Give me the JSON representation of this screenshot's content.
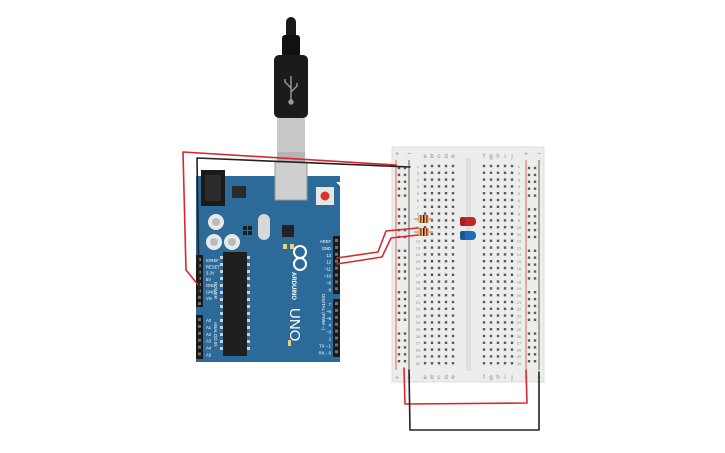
{
  "colors": {
    "board": "#2b6a99",
    "board_dark": "#1f5580",
    "breadboard": "#ededeb",
    "breadboard_hole": "#5a5a5a",
    "wire_red": "#d9272e",
    "wire_black": "#222222",
    "led_red": "#c0272d",
    "led_blue": "#1f6db5",
    "resistor": "#e0b870"
  },
  "arduino": {
    "name_text": "UNO",
    "brand_text": "ARDUINO",
    "power_header": "POWER",
    "analog_header": "ANALOG IN",
    "digital_header": "DIGITAL (PWM ~)",
    "power_pins": [
      "IOREF",
      "RESET",
      "3.3V",
      "5V",
      "GND",
      "GND",
      "Vin"
    ],
    "analog_pins": [
      "A0",
      "A1",
      "A2",
      "A3",
      "A4",
      "A5"
    ],
    "digital_pins_top": [
      "AREF",
      "GND",
      "13",
      "12",
      "~11",
      "~10",
      "~9",
      "8"
    ],
    "digital_pins_bottom": [
      "7",
      "~6",
      "~5",
      "4",
      "~3",
      "2",
      "TX→1",
      "RX←0"
    ],
    "led_labels": [
      "TX",
      "RX",
      "L"
    ]
  },
  "breadboard": {
    "columns_left": [
      "a",
      "b",
      "c",
      "d",
      "e"
    ],
    "columns_right": [
      "f",
      "g",
      "h",
      "i",
      "j"
    ],
    "rail_plus": "+",
    "rail_minus": "−",
    "row_numbers": [
      "1",
      "2",
      "3",
      "4",
      "5",
      "6",
      "7",
      "8",
      "9",
      "10",
      "11",
      "12",
      "13",
      "14",
      "15",
      "16",
      "17",
      "18",
      "19",
      "20",
      "21",
      "22",
      "23",
      "24",
      "25",
      "26",
      "27",
      "28",
      "29",
      "30"
    ]
  },
  "icons": {
    "usb_cable": "usb-cable-icon",
    "usb_symbol": "usb-symbol-icon"
  }
}
